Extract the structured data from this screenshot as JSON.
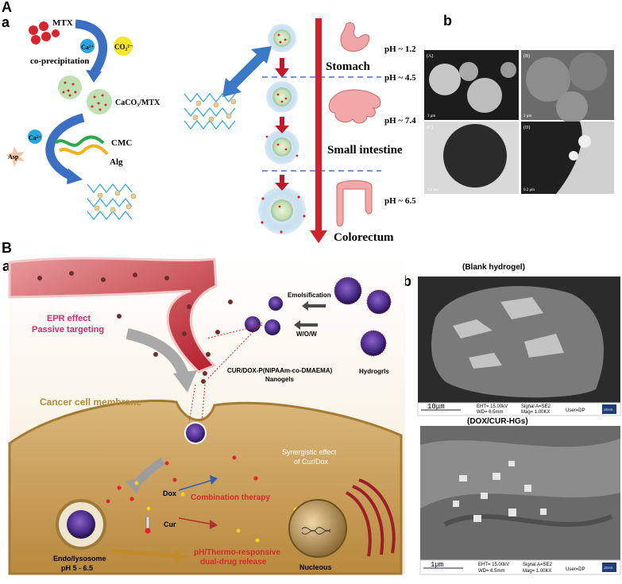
{
  "panel_A": {
    "label": "A",
    "sub_a": "a",
    "sub_b": "b",
    "mtx": "MTX",
    "ca": "Ca²⁺",
    "co3": "CO₃²⁻",
    "coprecip": "co-precipitation",
    "caco3_mtx": "CaCO₃/MTX",
    "asp": "Asp",
    "cmc": "CMC",
    "alg": "Alg",
    "stomach": "Stomach",
    "small_intestine": "Small intestine",
    "colorectum": "Colorectum",
    "ph_values": [
      "pH ~ 1.2",
      "pH ~ 4.5",
      "pH ~ 7.4",
      "pH ~ 6.5"
    ],
    "micro_labels": [
      "(A)",
      "(B)",
      "(C)",
      "(D)"
    ],
    "scale_labels": [
      "1 μm",
      "2 μm",
      "0.2 μm",
      "0.2 μm"
    ]
  },
  "panel_B": {
    "label": "B",
    "sub_a": "a",
    "sub_b": "b",
    "epr_line1": "EPR effect",
    "epr_line2": "Passive targeting",
    "emulsification": "Emolsification",
    "wow": "W/O/W",
    "hydrogels": "Hydrogrls",
    "nanogels_line1": "CUR/DOX-P(NIPAAm-co-DMAEMA)",
    "nanogels_line2": "Nanogels",
    "membrane": "Cancer cell membrane",
    "synergy_line1": "Synergistic effect",
    "synergy_line2": "of Cur/Dox",
    "dox": "Dox",
    "cur": "Cur",
    "combination": "Combination therapy",
    "endo_line1": "Endo/lysosome",
    "endo_line2": "pH 5 - 6.5",
    "release_line1": "pH/Thermo-responsive",
    "release_line2": "dual-drug release",
    "nucleous": "Nucleous",
    "sem_top_title": "(Blank hydrogel)",
    "sem_bottom_title": "(DOX/CUR-HGs)",
    "sem_top": {
      "scale": "10μm",
      "eht": "EHT= 15.00kV",
      "wd": "WD= 6.5mm",
      "signal": "Signal A=SE2",
      "mag": "Mag= 1.00KX",
      "user": "User=DP",
      "brand": "ZEISS"
    },
    "sem_bottom": {
      "scale": "1μm",
      "eht": "EHT= 15.00kV",
      "wd": "WD= 6.5mm",
      "signal": "Signal A=SE2",
      "mag": "Mag= 1.00KX",
      "user": "User=DP",
      "brand": "ZEISS"
    }
  }
}
